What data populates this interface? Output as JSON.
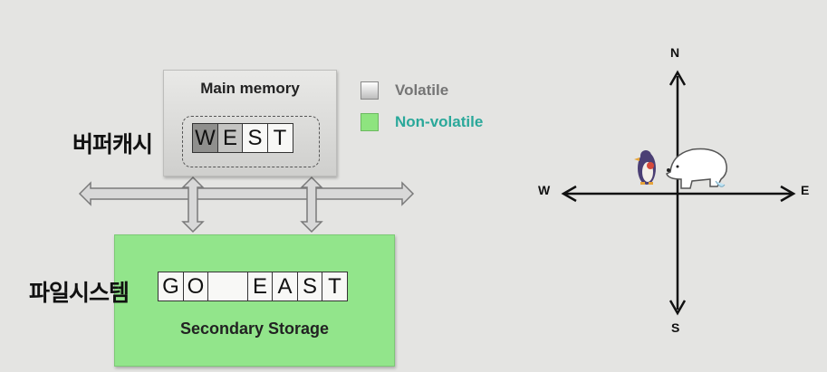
{
  "main_memory": {
    "title": "Main memory",
    "buffer_label": "버퍼캐시",
    "buffer_cells": [
      "W",
      "E",
      "S",
      "T"
    ]
  },
  "legend": {
    "volatile": "Volatile",
    "non_volatile": "Non-volatile"
  },
  "secondary_storage": {
    "title": "Secondary Storage",
    "file_label": "파일시스템",
    "file_cells": [
      "G",
      "O",
      "",
      "E",
      "A",
      "S",
      "T"
    ]
  },
  "compass": {
    "north": "N",
    "south": "S",
    "west": "W",
    "east": "E"
  },
  "colors": {
    "non_volatile_green": "#92e58b",
    "legend_non_volatile_text": "#2aa89a",
    "legend_volatile_text": "#757575"
  }
}
